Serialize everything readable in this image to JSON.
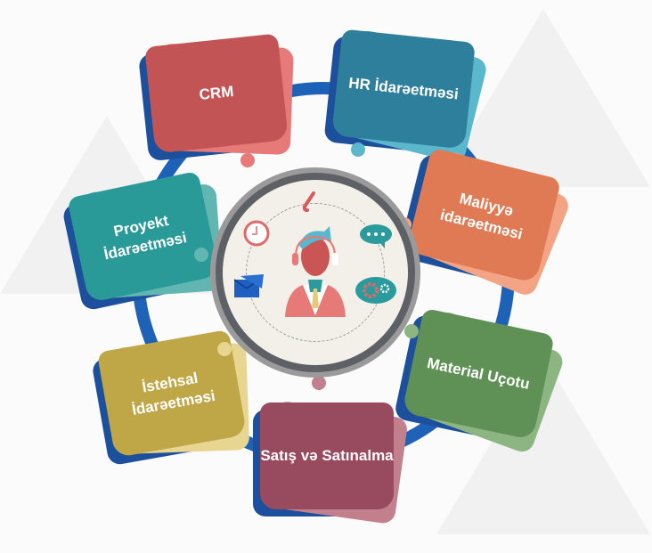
{
  "segments": [
    {
      "id": "crm",
      "label": "CRM",
      "color": "#c25455",
      "light": "#e57a78"
    },
    {
      "id": "hr",
      "label": "HR İdarəetməsi",
      "color": "#2e7f9b",
      "light": "#5bb8cc"
    },
    {
      "id": "maliyye",
      "label": "Maliyyə idarəetməsi",
      "color": "#e07a55",
      "light": "#f2a484"
    },
    {
      "id": "material",
      "label": "Material Uçotu",
      "color": "#5f9156",
      "light": "#8db581"
    },
    {
      "id": "satis",
      "label": "Satış və Satınalma",
      "color": "#984a5e",
      "light": "#c27f8c"
    },
    {
      "id": "istehsal",
      "label": "İstehsal İdarəetməsi",
      "color": "#bfa748",
      "light": "#e9d592"
    },
    {
      "id": "proyekt",
      "label": "Proyekt İdarəetməsi",
      "color": "#299a97",
      "light": "#62b6b1"
    }
  ],
  "colors": {
    "ring": "#1e62b8",
    "center_border": "#5d6165",
    "center_fill": "#f2f0e8"
  },
  "center_icons": [
    "phone-icon",
    "clock-icon",
    "chat-bubble-icon",
    "envelope-icon",
    "gears-icon",
    "support-agent-icon"
  ]
}
